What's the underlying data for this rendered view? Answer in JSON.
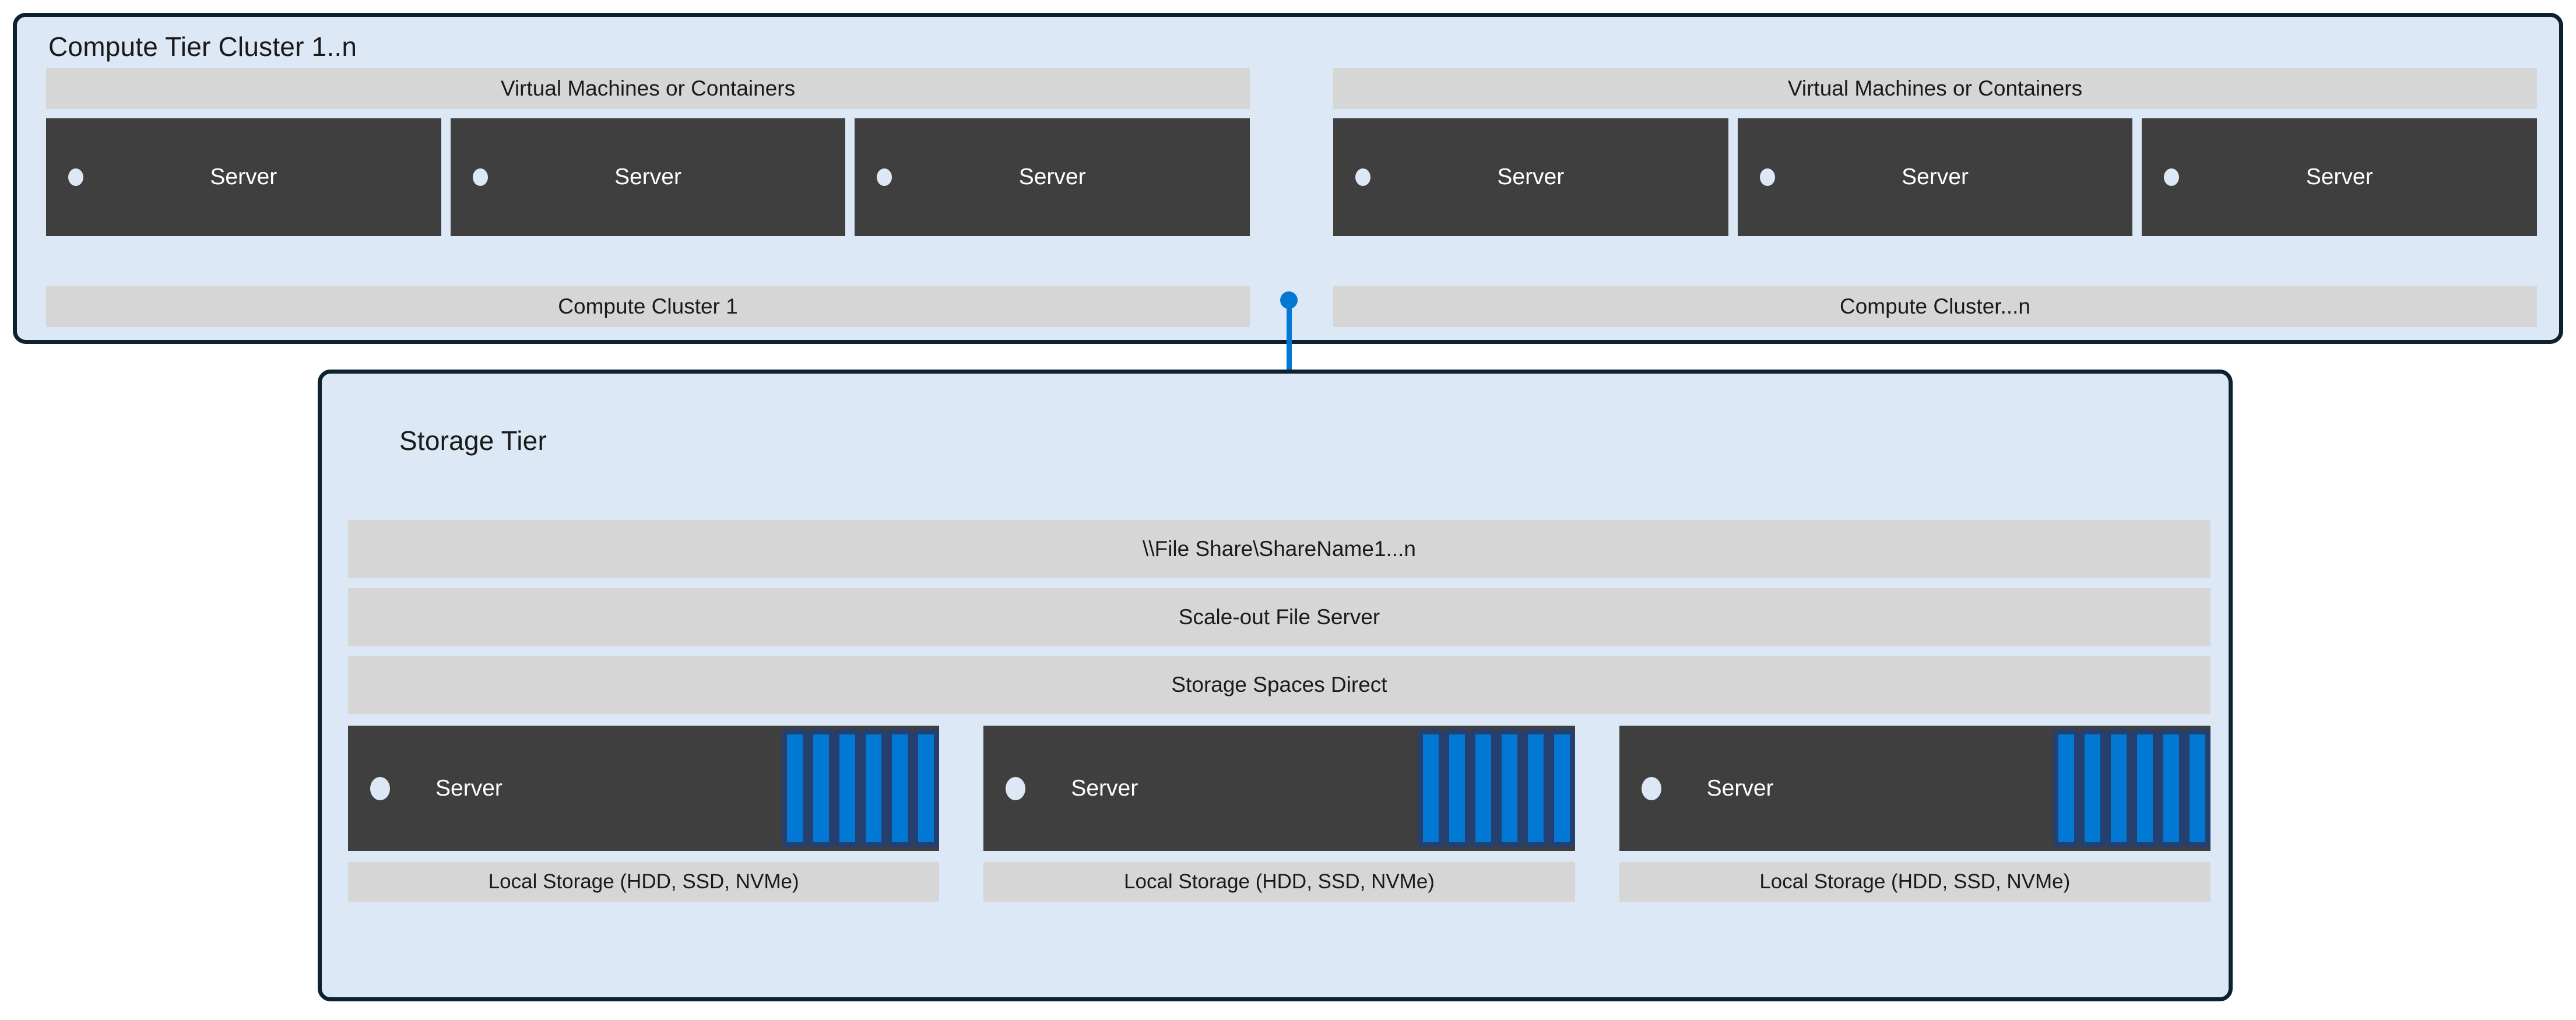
{
  "colors": {
    "tier_fill": "#dce8f6",
    "tier_border": "#0c2231",
    "band_fill": "#d6d6d6",
    "server_fill": "#3f3f3f",
    "accent_blue": "#0078d4",
    "disk_border": "#25406e",
    "text_dark": "#1a1a1a",
    "text_light": "#ffffff"
  },
  "compute_tier": {
    "title": "Compute Tier Cluster 1..n",
    "clusters": [
      {
        "workload_band": "Virtual Machines or Containers",
        "cluster_band": "Compute Cluster 1",
        "servers": [
          {
            "label": "Server"
          },
          {
            "label": "Server"
          },
          {
            "label": "Server"
          }
        ]
      },
      {
        "workload_band": "Virtual Machines or Containers",
        "cluster_band": "Compute Cluster...n",
        "servers": [
          {
            "label": "Server"
          },
          {
            "label": "Server"
          },
          {
            "label": "Server"
          }
        ]
      }
    ]
  },
  "connector": {
    "icon": "folder-icon"
  },
  "storage_tier": {
    "title": "Storage Tier",
    "stack_bands": [
      "\\\\File Share\\ShareName1...n",
      "Scale-out File Server",
      "Storage Spaces Direct"
    ],
    "nodes": [
      {
        "label": "Server",
        "caption": "Local Storage (HDD, SSD, NVMe)",
        "disk_count": 6
      },
      {
        "label": "Server",
        "caption": "Local Storage (HDD, SSD, NVMe)",
        "disk_count": 6
      },
      {
        "label": "Server",
        "caption": "Local Storage (HDD, SSD, NVMe)",
        "disk_count": 6
      }
    ]
  }
}
